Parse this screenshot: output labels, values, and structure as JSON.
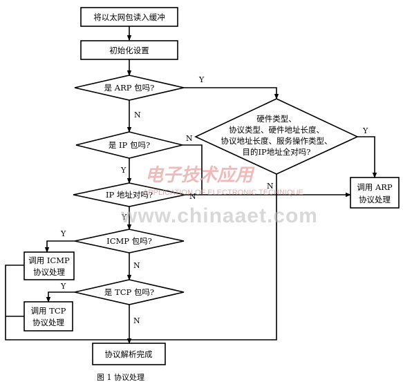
{
  "nodes": {
    "start": "将以太网包读入缓冲",
    "init": "初始化设置",
    "is_arp": "是 ARP 包吗?",
    "hw_check": [
      "硬件类型、",
      "协议类型、硬件地址长度、",
      "协议地址长度、服务操作类型、",
      "目的IP地址全对吗?"
    ],
    "is_ip": "是 IP 包吗?",
    "ip_addr": "IP 地址对吗?",
    "is_icmp": "ICMP 包吗?",
    "is_tcp": "是 TCP 包吗?",
    "call_arp": [
      "调用 ARP",
      "协议处理"
    ],
    "call_icmp": [
      "调用 ICMP",
      "协议处理"
    ],
    "call_tcp": [
      "调用 TCP",
      "协议处理"
    ],
    "done": "协议解析完成"
  },
  "edge_labels": {
    "yes": "Y",
    "no": "N"
  },
  "caption": "图 1  协议处理",
  "watermark": {
    "logo": "电子技术应用",
    "subtitle": "APPLICATION OF ELECTRONIC TECHNIQUE",
    "url": "www.chinaaet.com"
  }
}
